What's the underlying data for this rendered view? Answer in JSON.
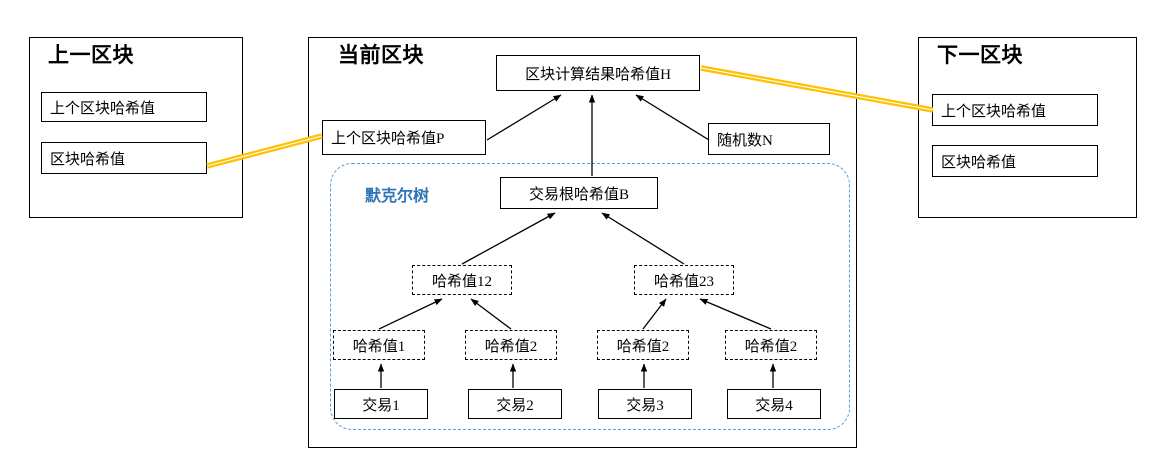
{
  "diagram": {
    "title_prev": "上一区块",
    "title_current": "当前区块",
    "title_next": "下一区块",
    "merkle_label": "默克尔树",
    "accent_link_color": "#ffc000",
    "merkle_border_color": "#5b9bd5",
    "merkle_text_color": "#2e75b6",
    "box_border_color": "#000000"
  },
  "prev_block": {
    "title": "上一区块",
    "fields": [
      {
        "label": "上个区块哈希值"
      },
      {
        "label": "区块哈希值"
      }
    ]
  },
  "next_block": {
    "title": "下一区块",
    "fields": [
      {
        "label": "上个区块哈希值"
      },
      {
        "label": "区块哈希值"
      }
    ]
  },
  "current_block": {
    "title": "当前区块",
    "header_hash": "区块计算结果哈希值H",
    "prev_hash": "上个区块哈希值P",
    "nonce": "随机数N",
    "merkle_root": "交易根哈希值B",
    "merkle_label": "默克尔树",
    "internal_hashes": [
      {
        "label": "哈希值12"
      },
      {
        "label": "哈希值23"
      }
    ],
    "leaf_hashes": [
      {
        "label": "哈希值1"
      },
      {
        "label": "哈希值2"
      },
      {
        "label": "哈希值2"
      },
      {
        "label": "哈希值2"
      }
    ],
    "transactions": [
      {
        "label": "交易1"
      },
      {
        "label": "交易2"
      },
      {
        "label": "交易3"
      },
      {
        "label": "交易4"
      }
    ]
  }
}
